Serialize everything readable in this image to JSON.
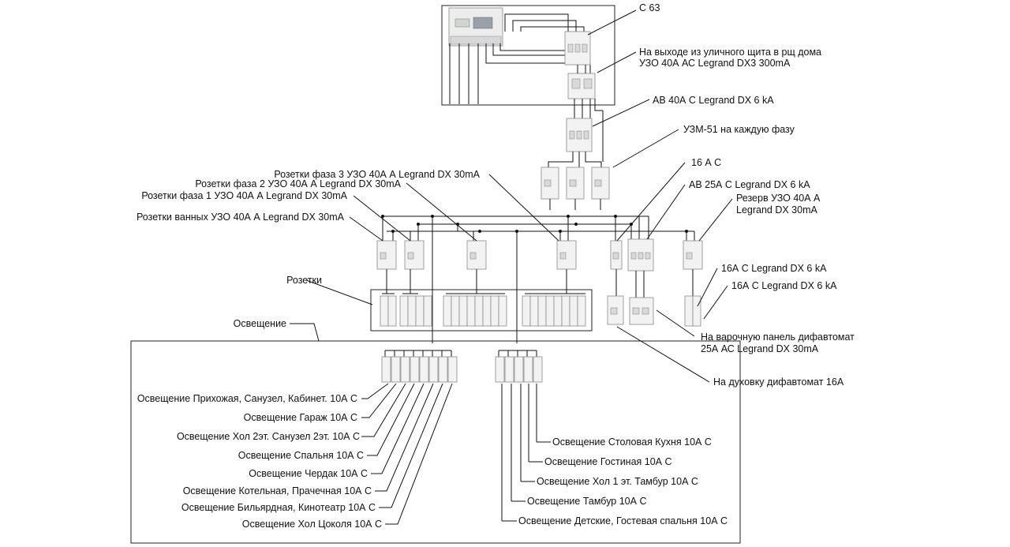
{
  "labels": {
    "c63": "С 63",
    "uzo_main_1": "На выходе из уличного щита в рщ дома",
    "uzo_main_2": "УЗО 40А АС Legrand DX3 300mA",
    "ab40": "АВ 40А  С Legrand DX 6 kA",
    "uzm": "УЗМ-51 на каждую фазу",
    "sockets_ph3": "Розетки фаза 3 УЗО 40А А Legrand DX 30mA",
    "sockets_ph2": "Розетки фаза 2 УЗО 40А А Legrand DX 30mA",
    "sockets_ph1": "Розетки фаза 1 УЗО 40А А Legrand DX 30mA",
    "sockets_bath": "Розетки ванных УЗО 40А А Legrand DX 30mA",
    "c16": "16 А С",
    "ab25": "АВ 25А С Legrand DX 6 kA",
    "reserve_1": "Резерв УЗО 40А А",
    "reserve_2": "Legrand DX 30mA",
    "rozetki": "Розетки",
    "osveshenie": "Освещение",
    "c16a_1": "16А С  Legrand DX 6 kA",
    "c16a_2": "16А С  Legrand DX 6 kA",
    "hob_1": "На варочную панель дифавтомат",
    "hob_2": "25А АС Legrand DX 30mA",
    "oven": "На духовку дифавтомат 16А"
  },
  "lighting_left": [
    "Освещение Прихожая, Санузел, Кабинет. 10А С",
    "Освещение Гараж 10А С",
    "Освещение Хол 2эт. Санузел 2эт. 10А С",
    "Освещение Спальня 10А С",
    "Освещение Чердак 10А С",
    "Освещение Котельная, Прачечная 10А С",
    "Освещение Бильярдная, Кинотеатр 10А С",
    "Освещение Хол Цоколя 10А С"
  ],
  "lighting_right": [
    "Освещение Столовая Кухня 10А С",
    "Освещение Гостиная 10А С",
    "Освещение Хол 1 эт. Тамбур 10А С",
    "Освещение Тамбур 10А С",
    "Освещение Детские, Гостевая спальня 10А С"
  ]
}
